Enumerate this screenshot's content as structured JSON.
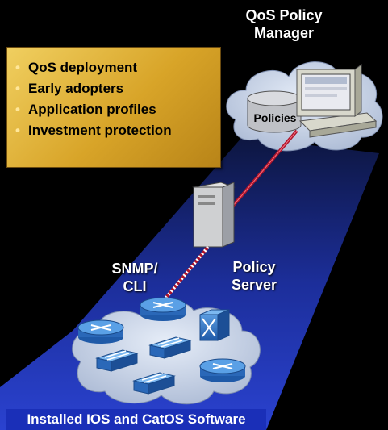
{
  "manager": {
    "title_line1": "QoS Policy",
    "title_line2": "Manager",
    "database_label": "Policies"
  },
  "bullets": [
    "QoS deployment",
    "Early adopters",
    "Application profiles",
    "Investment protection"
  ],
  "bullet_glyph": "•",
  "labels": {
    "snmp_line1": "SNMP/",
    "snmp_line2": "CLI",
    "policy_server_line1": "Policy",
    "policy_server_line2": "Server"
  },
  "footer": {
    "text": "Installed IOS and CatOS Software"
  },
  "colors": {
    "background": "#000000",
    "beam": "#2a3fc4",
    "cloud": "#c9d6ea",
    "gold_box": "#d8a428",
    "link_red": "#b0142a",
    "device_blue": "#2f6fc0",
    "footer_band": "#1a2fb8"
  },
  "icons": [
    "cloud-icon",
    "database-icon",
    "workstation-icon",
    "server-icon",
    "router-icon",
    "switch-icon",
    "atm-switch-icon"
  ]
}
